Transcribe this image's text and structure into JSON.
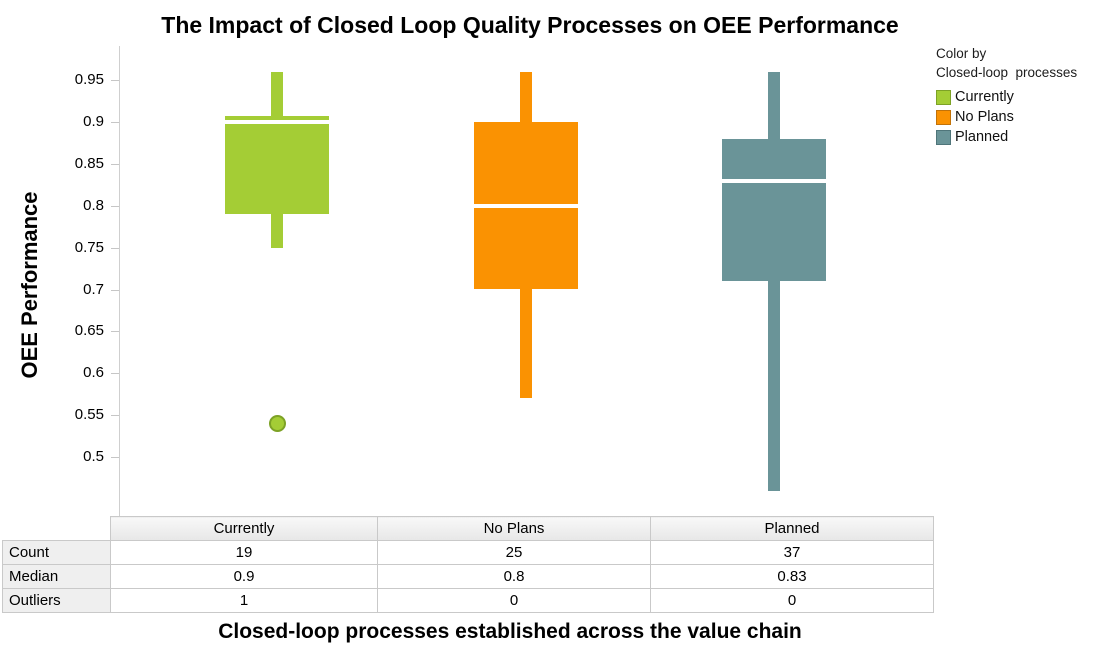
{
  "title": "The Impact of Closed Loop Quality Processes on OEE Performance",
  "y_axis": {
    "title": "OEE Performance",
    "ticks": [
      0.95,
      0.9,
      0.85,
      0.8,
      0.75,
      0.7,
      0.65,
      0.6,
      0.55,
      0.5
    ]
  },
  "x_axis": {
    "title": "Closed-loop processes established across the value chain"
  },
  "legend": {
    "title_line1": "Color by",
    "title_line2": "Closed-loop  processes",
    "items": [
      {
        "label": "Currently",
        "color": "#a4cd35",
        "border": "#7da226"
      },
      {
        "label": "No Plans",
        "color": "#fa9202",
        "border": "#c27208"
      },
      {
        "label": "Planned",
        "color": "#6a9498",
        "border": "#4f757a"
      }
    ]
  },
  "chart_data": {
    "type": "box",
    "title": "The Impact of Closed Loop Quality Processes on OEE Performance",
    "xlabel": "Closed-loop processes established across the value chain",
    "ylabel": "OEE Performance",
    "categories": [
      "Currently",
      "No Plans",
      "Planned"
    ],
    "series": [
      {
        "name": "Currently",
        "color": "#a4cd35",
        "whisker_high": 0.96,
        "q3": 0.907,
        "median": 0.9,
        "q1": 0.79,
        "whisker_low": 0.75,
        "outliers": [
          0.54
        ]
      },
      {
        "name": "No Plans",
        "color": "#fa9202",
        "whisker_high": 0.96,
        "q3": 0.9,
        "median": 0.8,
        "q1": 0.7,
        "whisker_low": 0.57,
        "outliers": []
      },
      {
        "name": "Planned",
        "color": "#6a9498",
        "whisker_high": 0.96,
        "q3": 0.88,
        "median": 0.83,
        "q1": 0.71,
        "whisker_low": 0.46,
        "outliers": []
      }
    ],
    "yticks": [
      0.95,
      0.9,
      0.85,
      0.8,
      0.75,
      0.7,
      0.65,
      0.6,
      0.55,
      0.5
    ],
    "ylim": [
      0.43,
      0.99
    ],
    "grid": false,
    "legend_position": "top-right"
  },
  "table": {
    "column_headers": [
      "Currently",
      "No Plans",
      "Planned"
    ],
    "rows": [
      {
        "label": "Count",
        "values": [
          "19",
          "25",
          "37"
        ]
      },
      {
        "label": "Median",
        "values": [
          "0.9",
          "0.8",
          "0.83"
        ]
      },
      {
        "label": "Outliers",
        "values": [
          "1",
          "0",
          "0"
        ]
      }
    ]
  }
}
